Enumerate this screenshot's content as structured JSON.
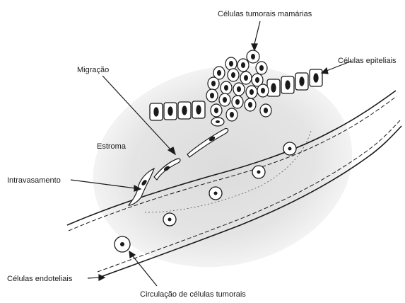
{
  "labels": {
    "tumor_cells": "Células tumorais mamárias",
    "epithelial_cells": "Células epiteliais",
    "migration": "Migração",
    "stroma": "Estroma",
    "intravasation": "Intravasamento",
    "endothelial_cells": "Células endoteliais",
    "circulation": "Circulação de células tumorais"
  },
  "colors": {
    "stroke": "#1a1a1a",
    "stroma_shade": "#e6e6e6",
    "cell_fill": "#ffffff"
  }
}
